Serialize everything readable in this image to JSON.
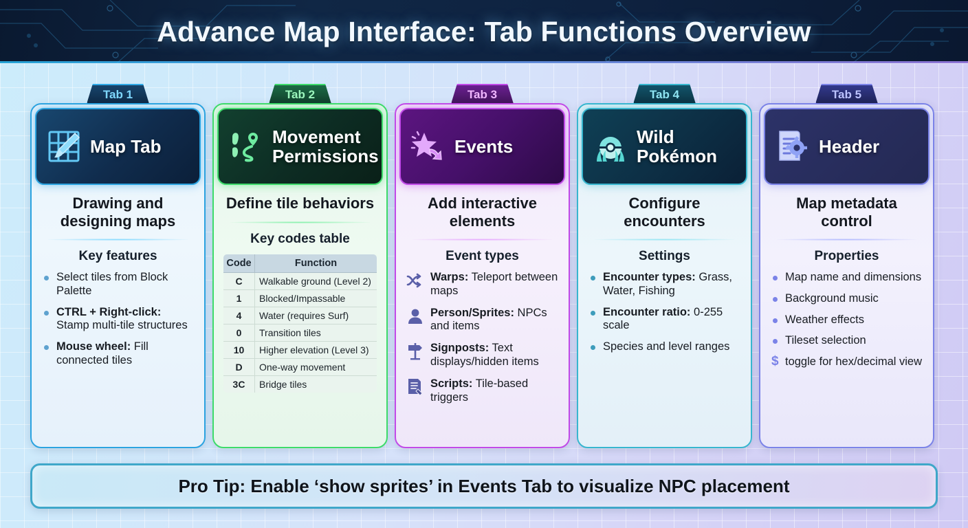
{
  "header": {
    "title": "Advance Map Interface: Tab Functions Overview"
  },
  "cards": [
    {
      "tab_label": "Tab 1",
      "title": "Map Tab",
      "icon": "grid-brush-icon",
      "subtitle": "Drawing and designing maps",
      "section_heading": "Key features",
      "accent": "#1fa8ea",
      "bullets": [
        {
          "strong": "",
          "text": "Select tiles from Block Palette"
        },
        {
          "strong": "CTRL + Right-click:",
          "text": " Stamp multi-tile structures"
        },
        {
          "strong": "Mouse wheel:",
          "text": " Fill connected tiles"
        }
      ]
    },
    {
      "tab_label": "Tab 2",
      "title": "Movement Permissions",
      "icon": "footsteps-pin-icon",
      "subtitle": "Define tile behaviors",
      "section_heading": "Key codes table",
      "accent": "#3ddb6a",
      "table": {
        "columns": [
          "Code",
          "Function"
        ],
        "rows": [
          [
            "C",
            "Walkable ground (Level 2)"
          ],
          [
            "1",
            "Blocked/Impassable"
          ],
          [
            "4",
            "Water (requires Surf)"
          ],
          [
            "0",
            "Transition tiles"
          ],
          [
            "10",
            "Higher elevation (Level 3)"
          ],
          [
            "D",
            "One-way movement"
          ],
          [
            "3C",
            "Bridge tiles"
          ]
        ]
      }
    },
    {
      "tab_label": "Tab 3",
      "title": "Events",
      "icon": "star-arrow-icon",
      "subtitle": "Add interactive elements",
      "section_heading": "Event types",
      "accent": "#c14ae8",
      "items": [
        {
          "icon": "shuffle-arrows-icon",
          "strong": "Warps:",
          "text": " Teleport between maps"
        },
        {
          "icon": "person-icon",
          "strong": "Person/Sprites:",
          "text": " NPCs and items"
        },
        {
          "icon": "signpost-icon",
          "strong": "Signposts:",
          "text": " Text displays/hidden items"
        },
        {
          "icon": "script-document-icon",
          "strong": "Scripts:",
          "text": " Tile-based triggers"
        }
      ]
    },
    {
      "tab_label": "Tab 4",
      "title": "Wild Pokémon",
      "icon": "pokeball-grass-icon",
      "subtitle": "Configure encounters",
      "section_heading": "Settings",
      "accent": "#28a0b8",
      "bullets": [
        {
          "strong": "Encounter types:",
          "text": " Grass, Water, Fishing"
        },
        {
          "strong": "Encounter ratio:",
          "text": " 0-255 scale"
        },
        {
          "strong": "",
          "text": "Species and level ranges"
        }
      ]
    },
    {
      "tab_label": "Tab 5",
      "title": "Header",
      "icon": "document-gear-icon",
      "subtitle": "Map metadata control",
      "section_heading": "Properties",
      "accent": "#7b83e8",
      "bullets": [
        {
          "strong": "",
          "text": "Map name and dimensions"
        },
        {
          "strong": "",
          "text": "Background music"
        },
        {
          "strong": "",
          "text": "Weather effects"
        },
        {
          "strong": "",
          "text": "Tileset selection"
        },
        {
          "strong": "",
          "text": "toggle for hex/decimal view",
          "marker": "$"
        }
      ]
    }
  ],
  "footer": {
    "text": "Pro Tip: Enable ‘show sprites’ in Events Tab to visualize NPC placement"
  }
}
